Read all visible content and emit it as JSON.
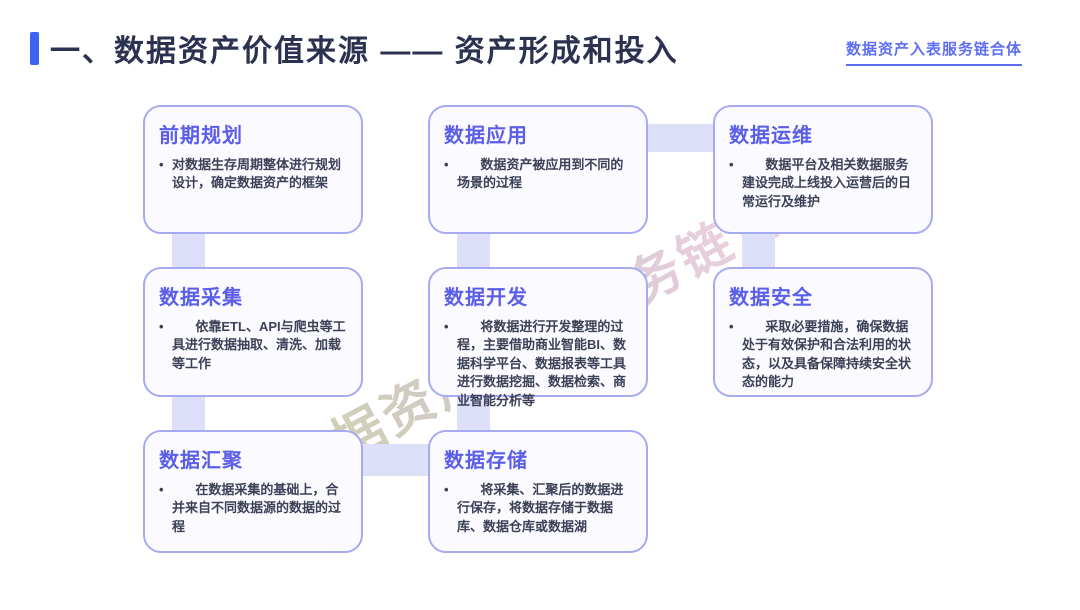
{
  "header": {
    "title": "一、数据资产价值来源 —— 资产形成和投入",
    "link_label": "数据资产入表服务链合体"
  },
  "watermark": {
    "text": "数据资产入表服务链合体"
  },
  "bullet_glyph": "•",
  "colors": {
    "accent_bar": "#3e63f3",
    "title_text": "#2d3150",
    "link": "#5f6ff2",
    "card_border": "#a7aaf0",
    "card_background": "#fafaff",
    "card_title": "#5a5ee9",
    "card_body": "#3d4157",
    "connector": "#dedff8"
  },
  "cards": [
    {
      "title": "前期规划",
      "body": "对数据生存周期整体进行规划设计，确定数据资产的框架"
    },
    {
      "title": "数据采集",
      "body": "依靠ETL、API与爬虫等工具进行数据抽取、清洗、加载等工作"
    },
    {
      "title": "数据汇聚",
      "body": "在数据采集的基础上，合并来自不同数据源的数据的过程"
    },
    {
      "title": "数据应用",
      "body": "数据资产被应用到不同的场景的过程"
    },
    {
      "title": "数据开发",
      "body": "将数据进行开发整理的过程，主要借助商业智能BI、数据科学平台、数据报表等工具进行数据挖掘、数据检索、商业智能分析等"
    },
    {
      "title": "数据存储",
      "body": "将采集、汇聚后的数据进行保存，将数据存储于数据库、数据仓库或数据湖"
    },
    {
      "title": "数据运维",
      "body": "数据平台及相关数据服务建设完成上线投入运营后的日常运行及维护"
    },
    {
      "title": "数据安全",
      "body": "采取必要措施，确保数据处于有效保护和合法利用的状态，以及具备保障持续安全状态的能力"
    }
  ]
}
